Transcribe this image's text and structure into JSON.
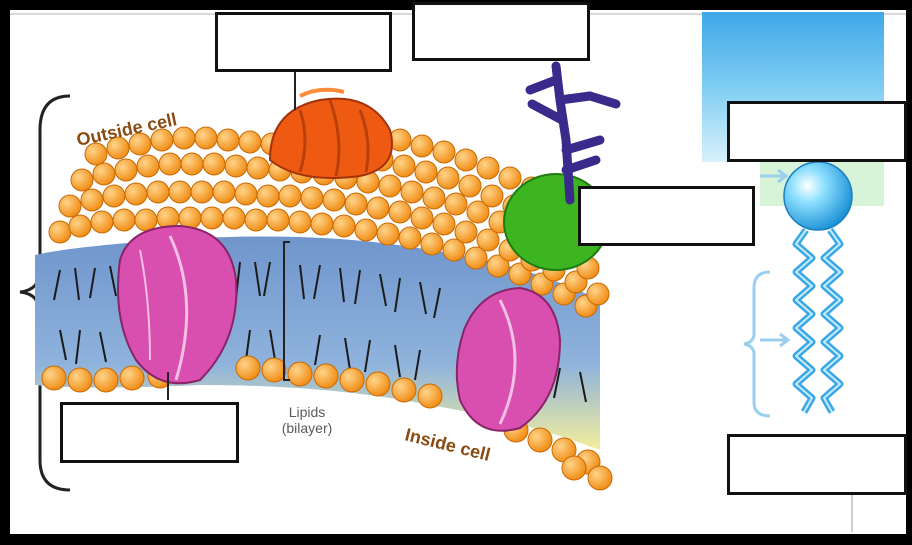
{
  "labels": {
    "outside": "Outside cell",
    "inside": "Inside cell",
    "lipids_line1": "Lipids",
    "lipids_line2": "(bilayer)"
  },
  "colors": {
    "background": "#000000",
    "panel": "#ffffff",
    "lipid_head": "#f7941d",
    "lipid_head_dark": "#c96a05",
    "tail_region": "#7aa6d6",
    "tail_region_yellow": "#f5ef9a",
    "protein_orange": "#ee5a12",
    "protein_pink": "#d84fb0",
    "protein_green": "#3cb521",
    "carbohydrate": "#3a2a8c",
    "phospholipid_head": "#5fc3f0",
    "phospholipid_tail": "#3aa7e6",
    "label_brown": "#8a4b12"
  },
  "blank_label_boxes": [
    {
      "id": "box-top-left",
      "text": ""
    },
    {
      "id": "box-top-center",
      "text": ""
    },
    {
      "id": "box-right-top",
      "text": ""
    },
    {
      "id": "box-right-mid",
      "text": ""
    },
    {
      "id": "box-bottom-left",
      "text": ""
    },
    {
      "id": "box-bottom-right",
      "text": ""
    }
  ]
}
